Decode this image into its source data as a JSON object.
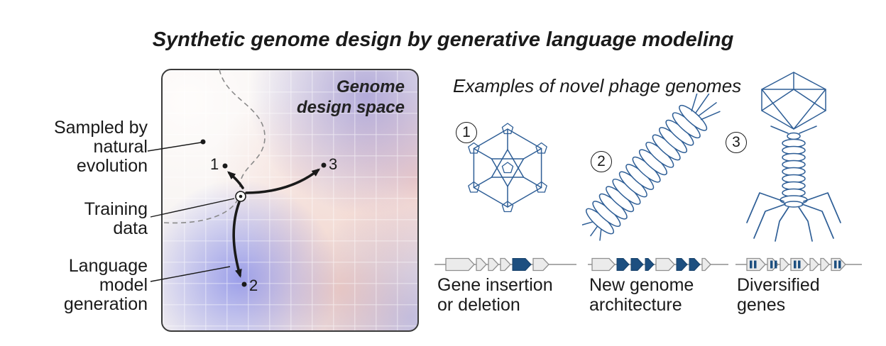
{
  "title": "Synthetic genome design by generative language modeling",
  "colors": {
    "ink": "#1a1a1a",
    "phage_line": "#2e5e96",
    "gene_dark": "#1d4f80",
    "gene_light": "#ebebeb",
    "gene_stroke": "#8f8f8f",
    "panel_border": "#3a3a3a",
    "dash_gray": "#8a8a8a"
  },
  "design_space": {
    "corner_lines": [
      "Genome",
      "design space"
    ],
    "labels": {
      "sampled": [
        "Sampled by",
        "natural",
        "evolution"
      ],
      "training": [
        "Training",
        "data"
      ],
      "generation": [
        "Language",
        "model",
        "generation"
      ]
    },
    "points": {
      "p1": "1",
      "p2": "2",
      "p3": "3"
    }
  },
  "examples": {
    "header": "Examples of novel phage genomes",
    "items": [
      {
        "number": "1",
        "caption": [
          "Gene insertion",
          "or deletion"
        ]
      },
      {
        "number": "2",
        "caption": [
          "New genome",
          "architecture"
        ]
      },
      {
        "number": "3",
        "caption": [
          "Diversified",
          "genes"
        ]
      }
    ]
  },
  "gene_maps": [
    {
      "start": 16,
      "segments": [
        {
          "type": "light",
          "w": 40
        },
        {
          "type": "light",
          "w": 14
        },
        {
          "type": "light",
          "w": 14
        },
        {
          "type": "light",
          "w": 14
        },
        {
          "type": "dark",
          "w": 26
        },
        {
          "type": "light",
          "w": 22
        }
      ]
    },
    {
      "start": 6,
      "segments": [
        {
          "type": "light",
          "w": 32
        },
        {
          "type": "dark",
          "w": 17
        },
        {
          "type": "dark",
          "w": 17
        },
        {
          "type": "dark",
          "w": 12
        },
        {
          "type": "light",
          "w": 26
        },
        {
          "type": "dark",
          "w": 15
        },
        {
          "type": "dark",
          "w": 15
        },
        {
          "type": "light",
          "w": 12
        }
      ]
    },
    {
      "start": 16,
      "segments": [
        {
          "type": "striped",
          "w": 26
        },
        {
          "type": "striped",
          "w": 15
        },
        {
          "type": "light",
          "w": 12
        },
        {
          "type": "striped",
          "w": 24
        },
        {
          "type": "light",
          "w": 12
        },
        {
          "type": "light",
          "w": 12
        },
        {
          "type": "striped",
          "w": 20
        }
      ]
    }
  ]
}
